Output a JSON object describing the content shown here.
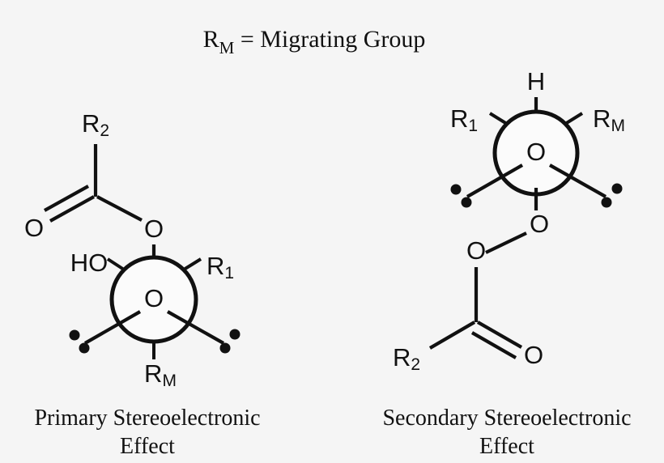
{
  "background_color": "#f5f5f5",
  "stroke_color": "#111111",
  "figure": {
    "title": {
      "prefix": "R",
      "subscript": "M",
      "suffix": " = Migrating Group"
    },
    "panels": [
      {
        "id": "primary",
        "caption_line1": "Primary Stereoelectronic",
        "caption_line2": "Effect",
        "newman": {
          "center_label": "O",
          "front_substituents": [
            {
              "name": "ester-oxygen",
              "label": "O",
              "position": "up"
            },
            {
              "name": "lone-pair-left",
              "label": "",
              "position": "down-left"
            },
            {
              "name": "lone-pair-right",
              "label": "",
              "position": "down-right"
            }
          ],
          "back_substituents": [
            {
              "name": "hydroxyl",
              "label": "HO",
              "position": "upper-left"
            },
            {
              "name": "r1",
              "label": "R",
              "subscript": "1",
              "position": "upper-right"
            },
            {
              "name": "migrating-group",
              "label": "R",
              "subscript": "M",
              "position": "bottom"
            }
          ]
        },
        "ester": {
          "r_group": {
            "label": "R",
            "subscript": "2"
          },
          "carbonyl_oxygen": "O",
          "ester_oxygen": "O"
        }
      },
      {
        "id": "secondary",
        "caption_line1": "Secondary Stereoelectronic",
        "caption_line2": "Effect",
        "newman": {
          "center_label": "O",
          "front_substituents": [
            {
              "name": "hydrogen",
              "label": "H",
              "position": "up"
            },
            {
              "name": "peroxide-oxygen",
              "label": "O",
              "position": "down"
            }
          ],
          "back_substituents": [
            {
              "name": "r1",
              "label": "R",
              "subscript": "1",
              "position": "upper-left"
            },
            {
              "name": "migrating-group",
              "label": "R",
              "subscript": "M",
              "position": "upper-right"
            },
            {
              "name": "lone-pair-left",
              "label": "",
              "position": "lower-left"
            },
            {
              "name": "lone-pair-right",
              "label": "",
              "position": "lower-right"
            }
          ]
        },
        "ester": {
          "r_group": {
            "label": "R",
            "subscript": "2"
          },
          "carbonyl_oxygen": "O",
          "ester_oxygen": "O"
        }
      }
    ]
  }
}
